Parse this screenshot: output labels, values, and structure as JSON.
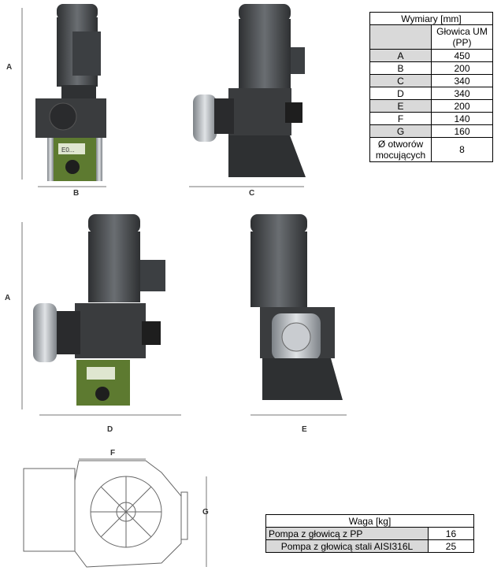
{
  "dimension_labels": {
    "A1": "A",
    "B": "B",
    "C": "C",
    "A2": "A",
    "D": "D",
    "E": "E",
    "F": "F",
    "G": "G"
  },
  "pump_display_text": "Е0...",
  "dimensions_table": {
    "title": "Wymiary [mm]",
    "column_header": "Głowica UM (PP)",
    "rows": [
      {
        "label": "A",
        "value": "450"
      },
      {
        "label": "B",
        "value": "200"
      },
      {
        "label": "C",
        "value": "340"
      },
      {
        "label": "D",
        "value": "340"
      },
      {
        "label": "E",
        "value": "200"
      },
      {
        "label": "F",
        "value": "140"
      },
      {
        "label": "G",
        "value": "160"
      },
      {
        "label": "Ø otworów mocujących",
        "value": "8"
      }
    ]
  },
  "weight_table": {
    "title": "Waga [kg]",
    "rows": [
      {
        "label": "Pompa z głowicą z PP",
        "value": "16"
      },
      {
        "label": "Pompa z głowicą stali AISI316L",
        "value": "25"
      }
    ]
  },
  "colors": {
    "motor": "#4a4d50",
    "body": "#3a3c3e",
    "panel": "#6b8a3a",
    "metal": "#b8bcc0"
  }
}
